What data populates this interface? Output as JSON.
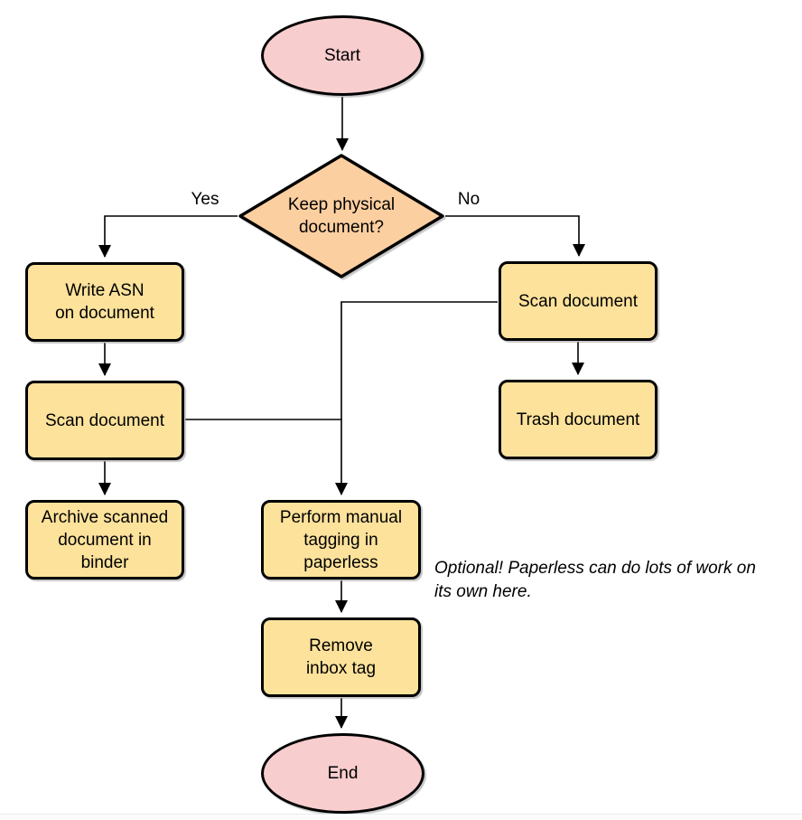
{
  "diagram_type": "flowchart",
  "colors": {
    "terminal_fill": "#F8CDCE",
    "decision_fill": "#FCCFA0",
    "process_fill": "#FDE29B",
    "stroke": "#000000",
    "background": "#FFFFFF",
    "bottom_rule": "#E9EBEE"
  },
  "nodes": {
    "start": {
      "label": "Start",
      "shape": "ellipse"
    },
    "decision": {
      "label": "Keep physical\ndocument?",
      "shape": "diamond"
    },
    "write_asn": {
      "label": "Write ASN\non document",
      "shape": "rounded-rect"
    },
    "scan_left": {
      "label": "Scan document",
      "shape": "rounded-rect"
    },
    "archive": {
      "label": "Archive scanned\ndocument in\nbinder",
      "shape": "rounded-rect"
    },
    "scan_right": {
      "label": "Scan document",
      "shape": "rounded-rect"
    },
    "trash": {
      "label": "Trash document",
      "shape": "rounded-rect"
    },
    "tagging": {
      "label": "Perform manual\ntagging in\npaperless",
      "shape": "rounded-rect"
    },
    "remove_inbox": {
      "label": "Remove\ninbox tag",
      "shape": "rounded-rect"
    },
    "end": {
      "label": "End",
      "shape": "ellipse"
    }
  },
  "edge_labels": {
    "yes": "Yes",
    "no": "No"
  },
  "edges": [
    {
      "from": "start",
      "to": "decision",
      "label": ""
    },
    {
      "from": "decision",
      "to": "write_asn",
      "label": "Yes"
    },
    {
      "from": "decision",
      "to": "scan_right",
      "label": "No"
    },
    {
      "from": "write_asn",
      "to": "scan_left",
      "label": ""
    },
    {
      "from": "scan_left",
      "to": "archive",
      "label": ""
    },
    {
      "from": "scan_left",
      "to": "tagging",
      "label": ""
    },
    {
      "from": "scan_right",
      "to": "trash",
      "label": ""
    },
    {
      "from": "scan_right",
      "to": "tagging",
      "label": ""
    },
    {
      "from": "tagging",
      "to": "remove_inbox",
      "label": ""
    },
    {
      "from": "remove_inbox",
      "to": "end",
      "label": ""
    }
  ],
  "note": {
    "text": "Optional! Paperless can do lots of work on\nits own here."
  }
}
